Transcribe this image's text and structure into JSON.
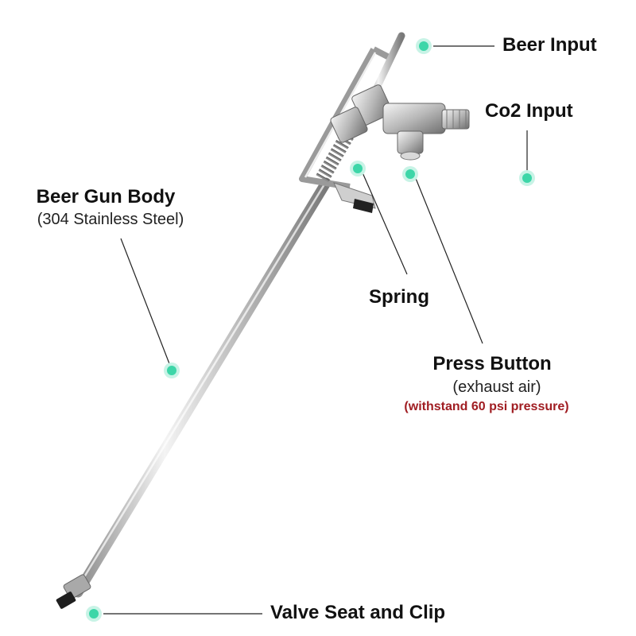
{
  "colors": {
    "dot": "#3dd6a8",
    "dot_halo": "#c8f3e6",
    "leader_line": "#222222",
    "steel_light": "#f2f2f2",
    "steel_mid": "#c4c4c4",
    "steel_dark": "#8a8a8a",
    "warning_text": "#a01d22"
  },
  "labels": {
    "beer_input": "Beer Input",
    "co2_input": "Co2 Input",
    "body_title": "Beer Gun Body",
    "body_material": "(304 Stainless Steel)",
    "spring": "Spring",
    "press_button": "Press Button",
    "press_button_note": "(exhaust air)",
    "press_button_warning": "(withstand 60 psi pressure)",
    "valve_seat": "Valve Seat and Clip"
  }
}
